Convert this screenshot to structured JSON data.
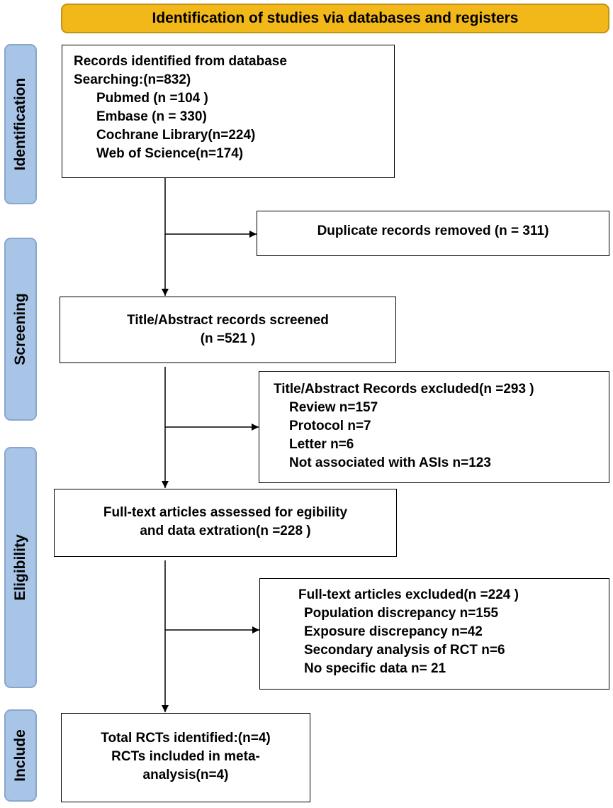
{
  "header": "Identification of studies via databases and registers",
  "phases": [
    "Identification",
    "Screening",
    "Eligibility",
    "Include"
  ],
  "boxes": {
    "identified": {
      "lines": [
        "Records identified from database",
        "Searching:(n=832)",
        "Pubmed (n =104 )",
        "Embase (n = 330)",
        "Cochrane Library(n=224)",
        "Web of Science(n=174)"
      ]
    },
    "duplicates": {
      "lines": [
        "Duplicate records removed (n = 311)"
      ]
    },
    "screened": {
      "lines": [
        "Title/Abstract records screened",
        "(n =521 )"
      ]
    },
    "excluded_screening": {
      "lines": [
        "Title/Abstract Records excluded(n =293 )",
        "Review n=157",
        "Protocol n=7",
        "Letter n=6",
        "Not associated with ASIs n=123"
      ]
    },
    "fulltext": {
      "lines": [
        "Full-text articles assessed for egibility",
        "and data extration(n =228 )"
      ]
    },
    "excluded_fulltext": {
      "lines": [
        "Full-text articles excluded(n =224 )",
        "Population discrepancy n=155",
        "Exposure discrepancy n=42",
        "Secondary analysis of RCT n=6",
        "No specific data n= 21"
      ]
    },
    "included": {
      "lines": [
        "Total RCTs identified:(n=4)",
        "RCTs included in meta-",
        "analysis(n=4)"
      ]
    }
  }
}
